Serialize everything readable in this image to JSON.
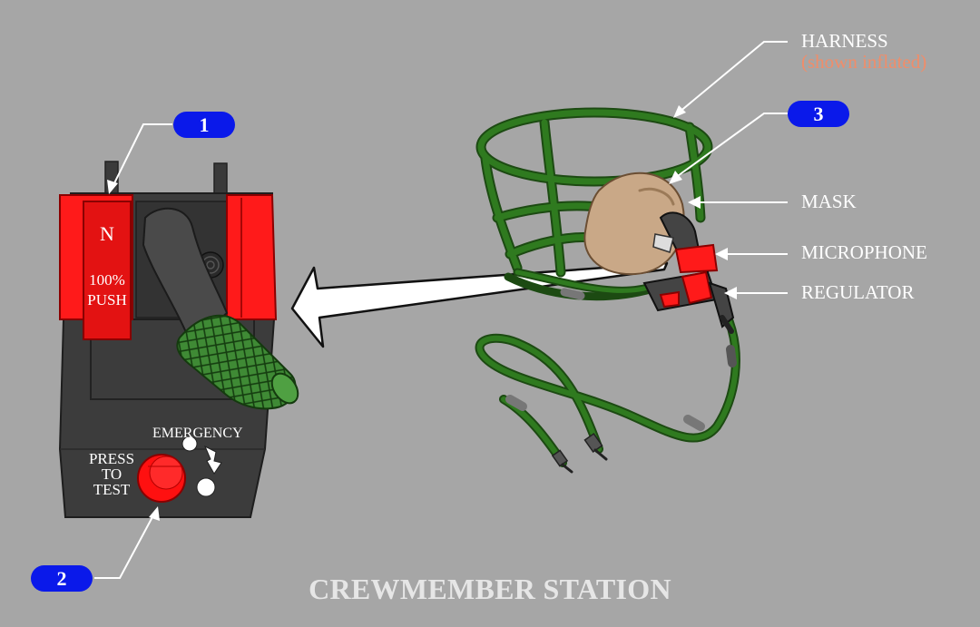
{
  "title": "CREWMEMBER STATION",
  "callouts": {
    "harness": "HARNESS",
    "harness_note": "(shown inflated)",
    "mask": "MASK",
    "microphone": "MICROPHONE",
    "regulator": "REGULATOR"
  },
  "badges": {
    "one": "1",
    "two": "2",
    "three": "3"
  },
  "regulator_panel": {
    "lever_top": "N",
    "lever_mid": "100%",
    "lever_bottom": "PUSH",
    "emergency": "EMERGENCY",
    "press": "PRESS",
    "to": "TO",
    "test": "TEST"
  },
  "colors": {
    "background": "#a6a6a6",
    "badge": "#0a19ea",
    "panel": "#3c3c3c",
    "red": "#ff1a1a",
    "hose_green": "#2e6b1e",
    "note": "#f08d6a"
  }
}
